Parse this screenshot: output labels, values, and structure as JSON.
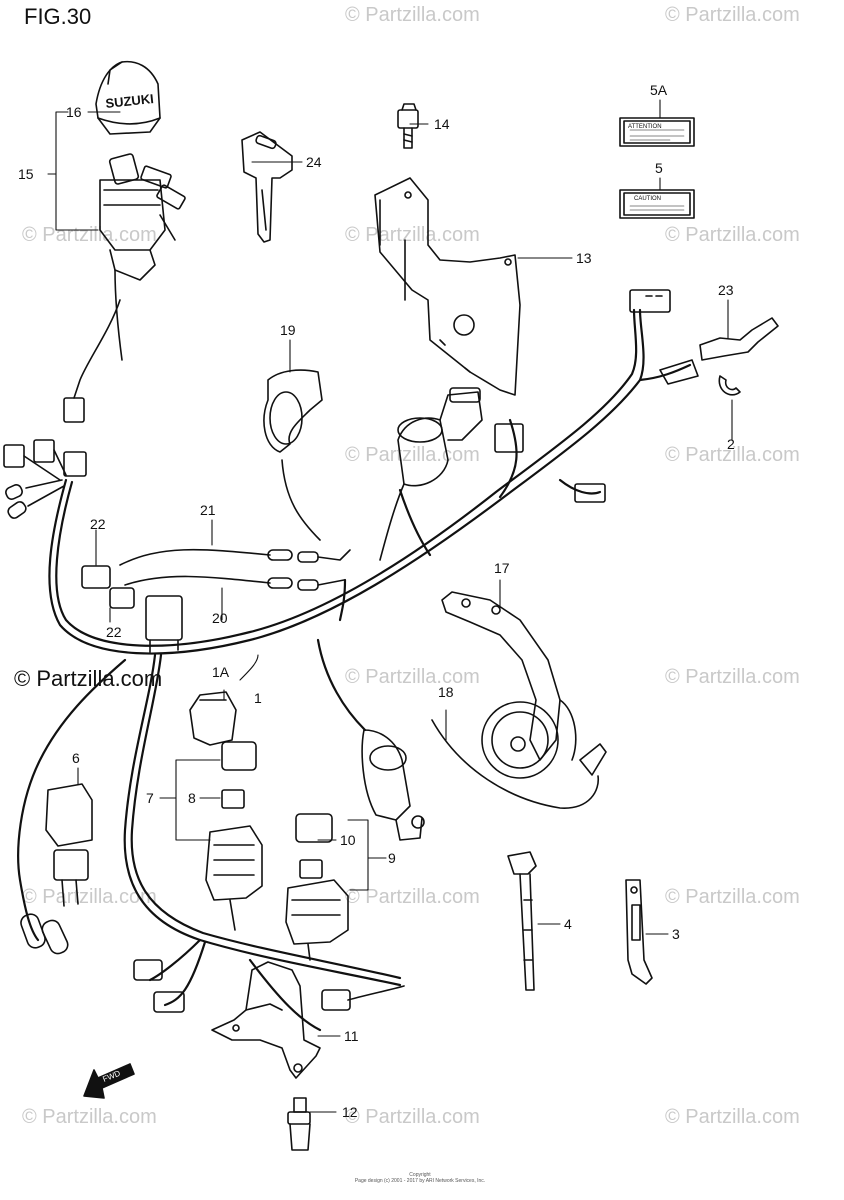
{
  "figure_title": "FIG.30",
  "brand_mark": "© Partzilla.com",
  "watermark_text": "© Partzilla.com",
  "key_cap_text": "SUZUKI",
  "fwd_text": "FWD",
  "labels": {
    "l5a_header": "ATTENTION",
    "l5_header": "CAUTION"
  },
  "callouts": {
    "c1": "1",
    "c1a": "1A",
    "c2": "2",
    "c3": "3",
    "c4": "4",
    "c5": "5",
    "c5a": "5A",
    "c6": "6",
    "c7": "7",
    "c8": "8",
    "c9": "9",
    "c10": "10",
    "c11": "11",
    "c12": "12",
    "c13": "13",
    "c14": "14",
    "c15": "15",
    "c16": "16",
    "c17": "17",
    "c18": "18",
    "c19": "19",
    "c20": "20",
    "c21": "21",
    "c22a": "22",
    "c22b": "22",
    "c23": "23",
    "c24": "24"
  },
  "footer": {
    "line1": "Copyright",
    "line2": "Page design (c) 2001 - 2017 by ARI Network Services, Inc."
  }
}
